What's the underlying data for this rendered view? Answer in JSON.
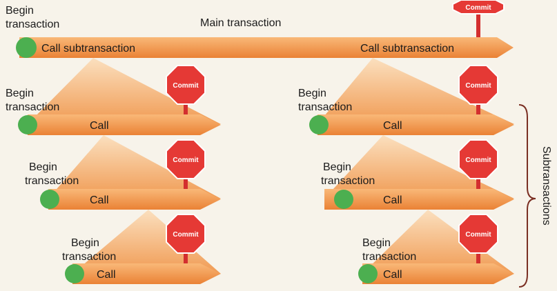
{
  "main": {
    "begin_label": "Begin\ntransaction",
    "title": "Main transaction",
    "call_left": "Call subtransaction",
    "call_right": "Call subtransaction",
    "commit_label": "Commit"
  },
  "subtransactions": {
    "left": [
      {
        "begin_label": "Begin\ntransaction",
        "call_label": "Call",
        "commit_label": "Commit"
      },
      {
        "begin_label": "Begin\ntransaction",
        "call_label": "Call",
        "commit_label": "Commit"
      },
      {
        "begin_label": "Begin\ntransaction",
        "call_label": "Call",
        "commit_label": "Commit"
      }
    ],
    "right": [
      {
        "begin_label": "Begin\ntransaction",
        "call_label": "Call",
        "commit_label": "Commit"
      },
      {
        "begin_label": "Begin\ntransaction",
        "call_label": "Call",
        "commit_label": "Commit"
      },
      {
        "begin_label": "Begin\ntransaction",
        "call_label": "Call",
        "commit_label": "Commit"
      }
    ]
  },
  "brace_label": "Subtransactions",
  "colors": {
    "arrow_light": "#fbd3a3",
    "arrow_dark": "#ec8a3c",
    "begin_dot": "#4caf50",
    "commit_sign": "#e53935",
    "commit_pole": "#d32f2f"
  }
}
